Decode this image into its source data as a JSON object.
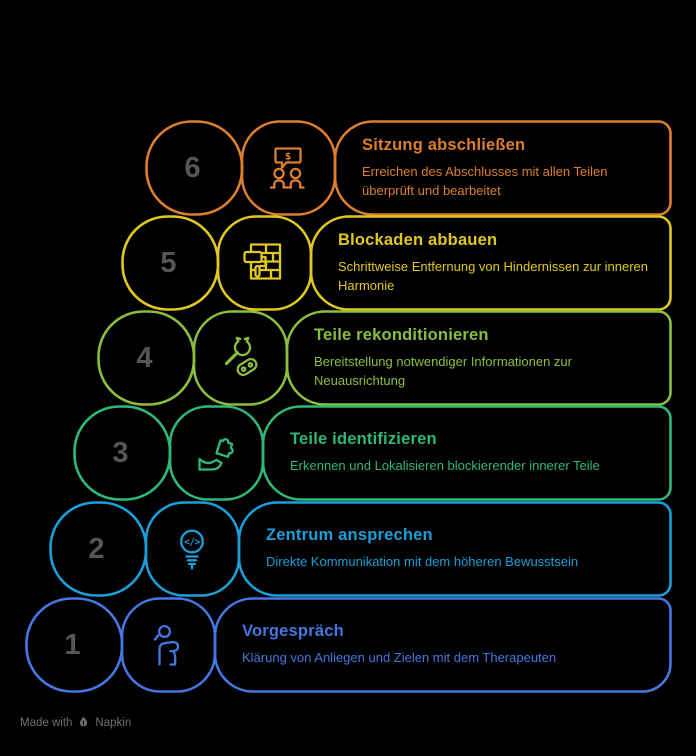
{
  "palette": {
    "background": "#000000",
    "number_color": "#565656",
    "footer_color": "#6F6F6F"
  },
  "footer": {
    "prefix": "Made with",
    "brand": "Napkin"
  },
  "steps": [
    {
      "number": "1",
      "title": "Vorgespräch",
      "description": "Klärung von Anliegen und Zielen mit dem Therapeuten",
      "color": "#4577E0",
      "icon": "person-consultation-icon"
    },
    {
      "number": "2",
      "title": "Zentrum ansprechen",
      "description": "Direkte Kommunikation mit dem höheren Bewusstsein",
      "color": "#1B9FD9",
      "icon": "lightbulb-code-icon"
    },
    {
      "number": "3",
      "title": "Teile identifizieren",
      "description": "Erkennen und Lokalisieren blockierender innerer Teile",
      "color": "#30B877",
      "icon": "hand-puzzle-icon"
    },
    {
      "number": "4",
      "title": "Teile rekonditionieren",
      "description": "Bereitstellung notwendiger Informationen zur Neuausrichtung",
      "color": "#8CBE3D",
      "icon": "wrench-link-icon"
    },
    {
      "number": "5",
      "title": "Blockaden abbauen",
      "description": "Schrittweise Entfernung von Hindernissen zur inneren Harmonie",
      "color": "#E0C81F",
      "icon": "paint-roller-wall-icon"
    },
    {
      "number": "6",
      "title": "Sitzung abschließen",
      "description": "Erreichen des Abschlusses mit allen Teilen überprüft und bearbeitet",
      "color": "#DB7F2E",
      "icon": "deal-discussion-icon"
    }
  ]
}
